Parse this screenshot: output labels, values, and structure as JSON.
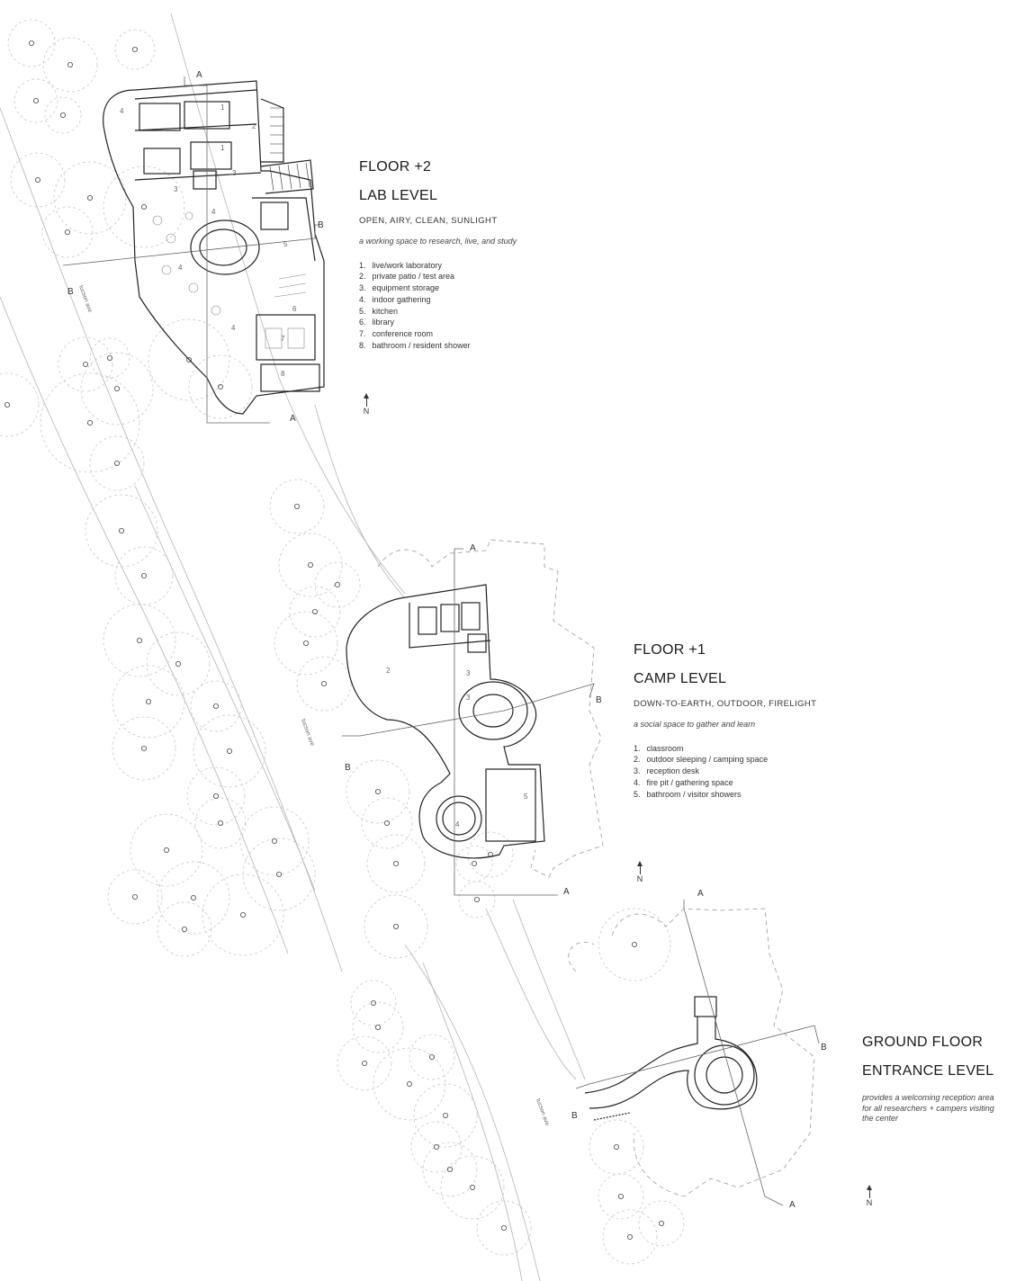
{
  "floor2": {
    "title": "FLOOR +2",
    "subtitle": "LAB LEVEL",
    "tagline": "OPEN, AIRY, CLEAN, SUNLIGHT",
    "description": "a working space to research, live, and study",
    "rooms": [
      {
        "n": "1.",
        "label": "live/work laboratory"
      },
      {
        "n": "2.",
        "label": "private patio / test area"
      },
      {
        "n": "3.",
        "label": "equipment storage"
      },
      {
        "n": "4.",
        "label": "indoor gathering"
      },
      {
        "n": "5.",
        "label": "kitchen"
      },
      {
        "n": "6.",
        "label": "library"
      },
      {
        "n": "7.",
        "label": "conference room"
      },
      {
        "n": "8.",
        "label": "bathroom / resident shower"
      }
    ]
  },
  "floor1": {
    "title": "FLOOR +1",
    "subtitle": "CAMP LEVEL",
    "tagline": "DOWN-TO-EARTH, OUTDOOR, FIRELIGHT",
    "description": "a social space to gather and learn",
    "rooms": [
      {
        "n": "1.",
        "label": "classroom"
      },
      {
        "n": "2.",
        "label": "outdoor sleeping / camping space"
      },
      {
        "n": "3.",
        "label": "reception desk"
      },
      {
        "n": "4.",
        "label": "fire pit / gathering space"
      },
      {
        "n": "5.",
        "label": "bathroom / visitor showers"
      }
    ]
  },
  "ground": {
    "title": "GROUND FLOOR",
    "subtitle": "ENTRANCE LEVEL",
    "description_lines": [
      "provides a welcoming reception area",
      "for all researchers + campers visiting",
      "the center"
    ]
  },
  "north_label": "N",
  "section_a": "A",
  "section_b": "B",
  "street_label": "tucson ave",
  "plan_numbers": {
    "one": "1",
    "two": "2",
    "three": "3",
    "four": "4",
    "five": "5",
    "six": "6",
    "seven": "7",
    "eight": "8"
  },
  "colors": {
    "ink": "#222222",
    "light": "#c8c8c8",
    "dash": "#9a9a9a"
  }
}
